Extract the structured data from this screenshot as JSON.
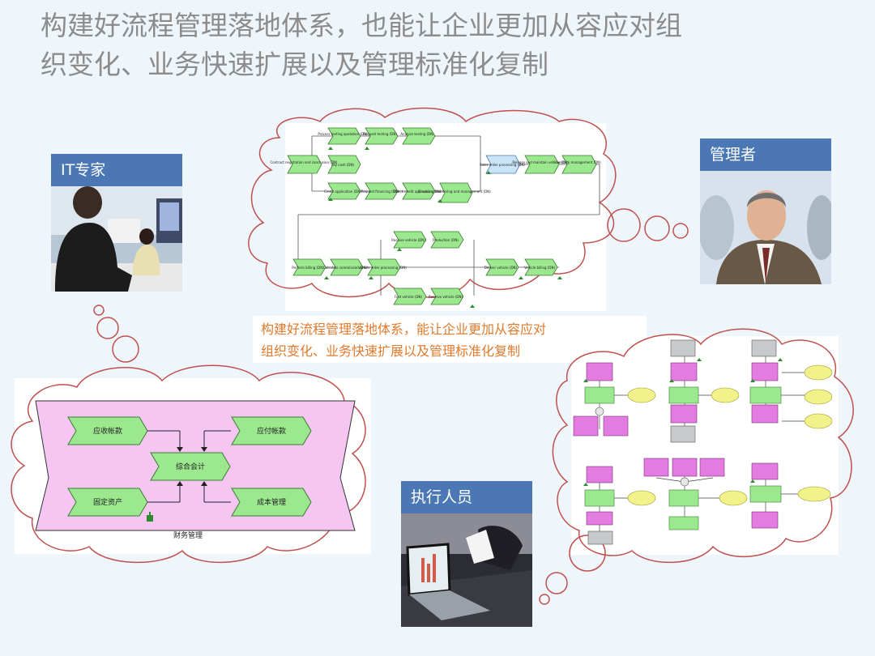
{
  "title": {
    "line1": "构建好流程管理落地体系，也能让企业更加从容应对组",
    "line2": "织变化、业务快速扩展以及管理标准化复制"
  },
  "roles": {
    "it_expert": "IT专家",
    "manager": "管理者",
    "executor": "执行人员"
  },
  "center_text": {
    "line1": "构建好流程管理落地体系，能让企业更加从容应对",
    "line2": "组织变化、业务快速扩展以及管理标准化复制"
  },
  "finance_diagram": {
    "nodes": [
      "应收帐款",
      "应付帐款",
      "综合会计",
      "固定资产",
      "成本管理"
    ],
    "caption": "财务管理"
  },
  "process_top": {
    "row1": [
      "Process testing quotation (DN)",
      "Request testing (DN)",
      "Analyze testing (DN)"
    ],
    "row2": [
      "Contract negotiation and conclusion (DN)",
      "Pay cash (DN)",
      "Sales order processing (DN)",
      "Release and maintain vehicle (DN)",
      "Inventory management (DN)"
    ],
    "row3": [
      "Credit application (DN)",
      "Request financing (DN)",
      "Check credit application (DN)",
      "Financing monitoring and management (DN)"
    ],
    "row4": [
      "Receive vehicle (DN)",
      "Production (DN)"
    ],
    "row5": [
      "Perform billing (DN)",
      "Calculate commission (DN)",
      "Vehicle order processing (DN)",
      "Deliver vehicle (DN)",
      "Vehicle billing (DN)"
    ],
    "row6": [
      "Find vehicle (DN)",
      "Reserve vehicle (DN)"
    ]
  },
  "colors": {
    "accent": "#4b78b4",
    "cloud_stroke": "#c0504d",
    "node_fill": "#9be88f",
    "event_fill": "#f2f28a",
    "finance_bg": "#f6c6f2",
    "center_text": "#e07a2c"
  }
}
